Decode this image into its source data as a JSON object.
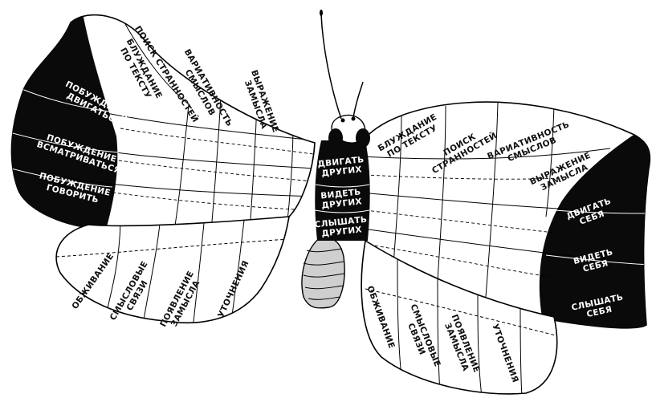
{
  "body_labels": [
    [
      "ДВИГАТЬ",
      "ДРУГИХ"
    ],
    [
      "ВИДЕТЬ",
      "ДРУГИХ"
    ],
    [
      "СЛЫШАТЬ",
      "ДРУГИХ"
    ]
  ],
  "left_upper": {
    "motives": [
      [
        "ПОБУЖДЕНИЕ",
        "ДВИГАТЬСЯ"
      ],
      [
        "ПОБУЖДЕНИЕ",
        "ВСМАТРИВАТЬСЯ"
      ],
      [
        "ПОБУЖДЕНИЕ",
        "ГОВОРИТЬ"
      ]
    ],
    "columns": [
      [
        "БЛУЖДАНИЕ",
        "ПО ТЕКСТУ"
      ],
      [
        "ПОИСК СТРАННОСТЕЙ"
      ],
      [
        "ВАРИАТИВНОСТЬ",
        "СМЫСЛОВ"
      ],
      [
        "ВЫРАЖЕНИЕ",
        "ЗАМЫСЛА"
      ]
    ]
  },
  "left_lower": {
    "columns": [
      [
        "ОБЖИВАНИЕ"
      ],
      [
        "СМЫСЛОВЫЕ",
        "СВЯЗИ"
      ],
      [
        "ПОЯВЛЕНИЕ",
        "ЗАМЫСЛА"
      ],
      [
        "УТОЧНЕНИЯ"
      ]
    ]
  },
  "right_upper": {
    "columns": [
      [
        "БЛУЖДАНИЕ",
        "ПО ТЕКСТУ"
      ],
      [
        "ПОИСК",
        "СТРАННОСТЕЙ"
      ],
      [
        "ВАРИАТИВНОСТЬ",
        "СМЫСЛОВ"
      ],
      [
        "ВЫРАЖЕНИЕ",
        "ЗАМЫСЛА"
      ]
    ],
    "self": [
      [
        "ДВИГАТЬ",
        "СЕБЯ"
      ],
      [
        "ВИДЕТЬ",
        "СЕБЯ"
      ],
      [
        "СЛЫШАТЬ",
        "СЕБЯ"
      ]
    ]
  },
  "right_lower": {
    "columns": [
      [
        "ОБЖИВАНИЕ"
      ],
      [
        "СМЫСЛОВЫЕ",
        "СВЯЗИ"
      ],
      [
        "ПОЯВЛЕНИЕ",
        "ЗАМЫСЛА"
      ],
      [
        "УТОЧНЕНИЯ"
      ]
    ]
  }
}
